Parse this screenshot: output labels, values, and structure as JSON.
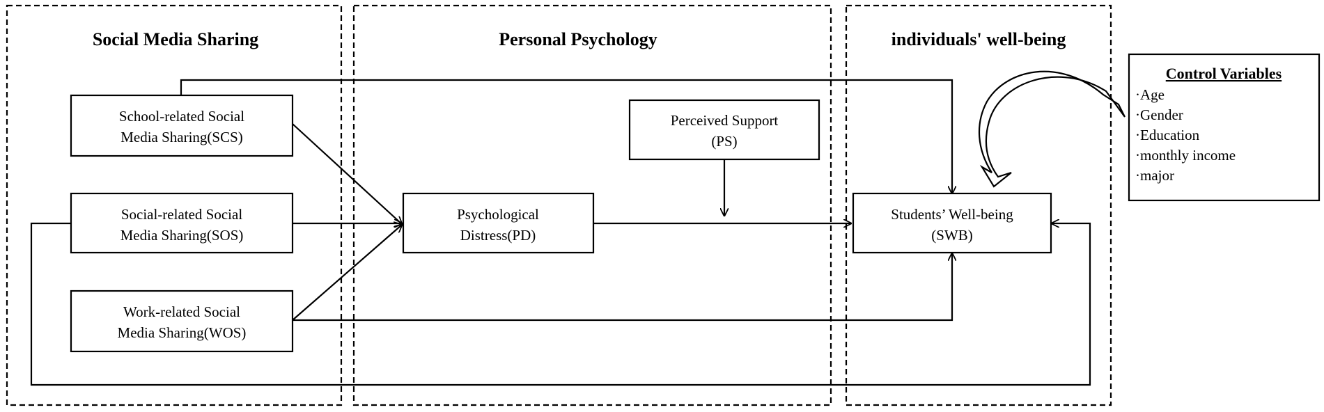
{
  "sections": {
    "social_media": "Social Media Sharing",
    "personal_psychology": "Personal Psychology",
    "well_being": "individuals' well-being"
  },
  "boxes": {
    "scs": [
      "School-related Social",
      "Media Sharing(SCS)"
    ],
    "sos": [
      "Social-related Social",
      "Media Sharing(SOS)"
    ],
    "wos": [
      "Work-related Social",
      "Media Sharing(WOS)"
    ],
    "pd": [
      "Psychological",
      "Distress(PD)"
    ],
    "ps": [
      "Perceived Support",
      "(PS)"
    ],
    "swb": [
      "Students’ Well-being",
      "(SWB)"
    ]
  },
  "control": {
    "title": "Control Variables",
    "items": [
      "·Age",
      "·Gender",
      "·Education",
      "·monthly income",
      "·major"
    ]
  }
}
